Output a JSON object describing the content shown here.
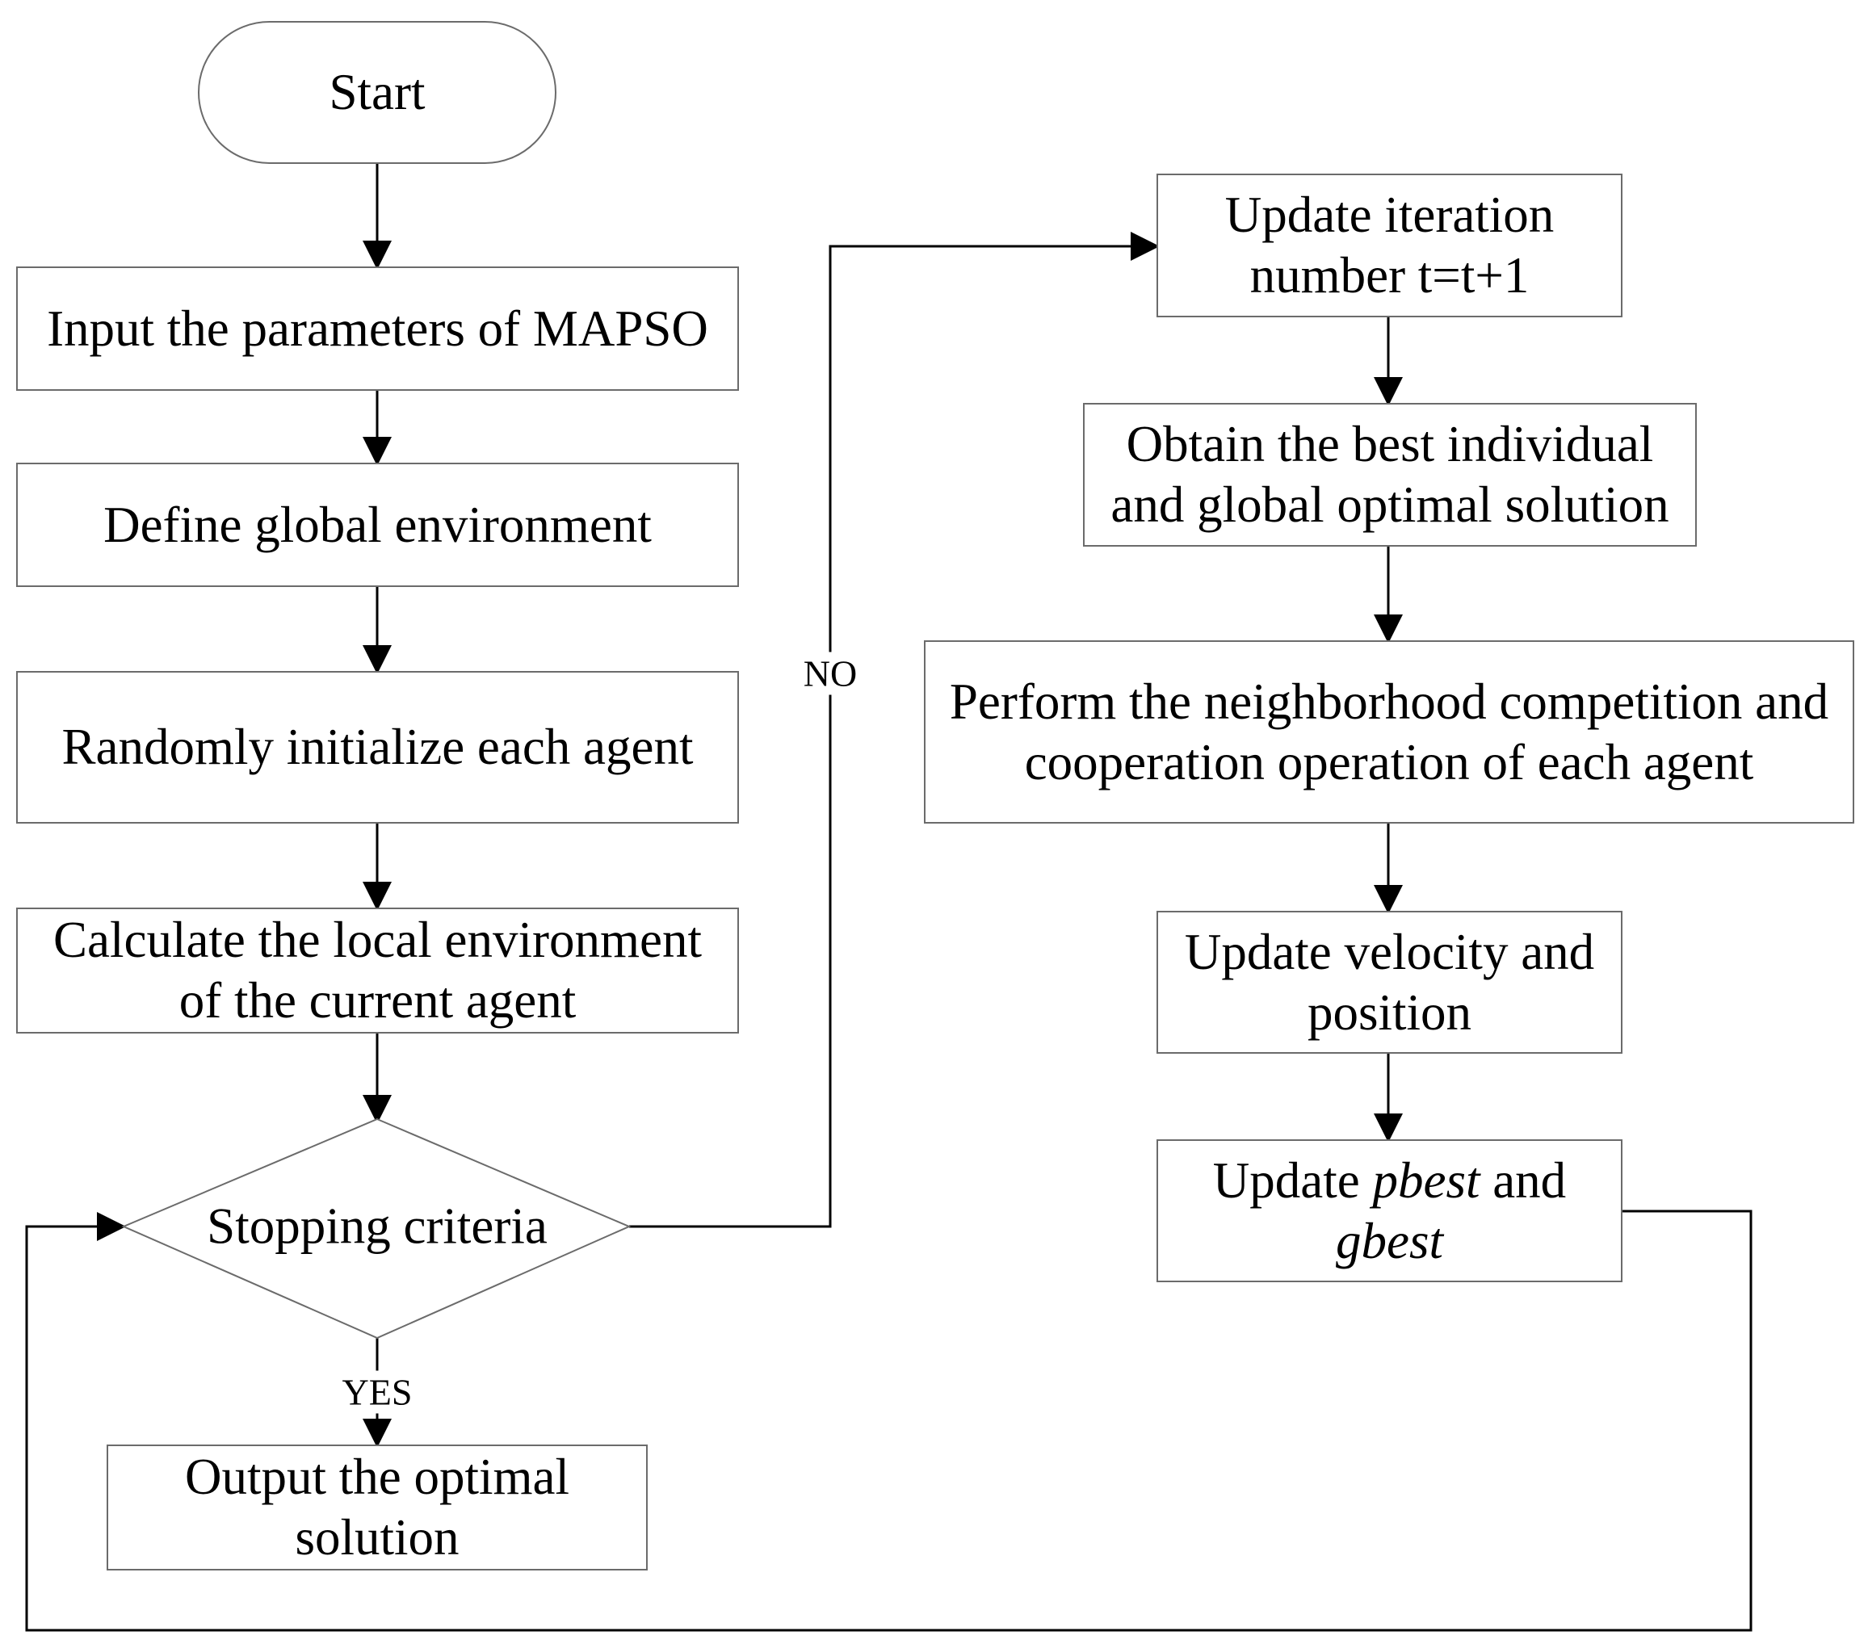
{
  "nodes": {
    "start": "Start",
    "input_params": "Input the parameters of MAPSO",
    "define_env": "Define global environment",
    "random_init": "Randomly initialize each agent",
    "calc_local_1": "Calculate the local environment",
    "calc_local_2": "of the current agent",
    "stopping": "Stopping criteria",
    "output_1": "Output the optimal",
    "output_2": "solution",
    "update_iter_1": "Update iteration",
    "update_iter_2": "number t=t+1",
    "obtain_best_1": "Obtain the best individual",
    "obtain_best_2": "and global optimal solution",
    "neighborhood_1": "Perform the neighborhood competition and",
    "neighborhood_2": "cooperation operation of each agent",
    "update_vel_1": "Update velocity and",
    "update_vel_2": "position",
    "update_best_prefix": "Update ",
    "update_best_pbest": "pbest",
    "update_best_and": " and",
    "update_best_gbest": "gbest"
  },
  "edge_labels": {
    "no": "NO",
    "yes": "YES"
  },
  "colors": {
    "box_border": "#6b6b6b",
    "arrow": "#000000",
    "text": "#000000"
  }
}
